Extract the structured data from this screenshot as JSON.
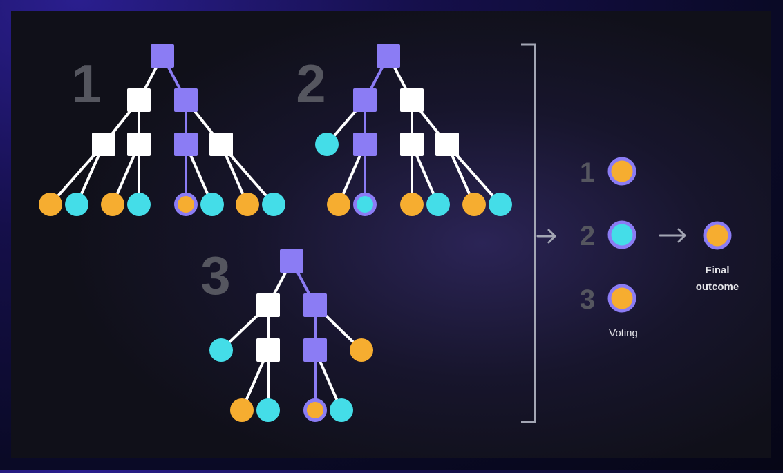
{
  "colors": {
    "purple": "#8b7cf4",
    "white": "#ffffff",
    "orange": "#f6ad30",
    "cyan": "#44dde8",
    "tree_number": "#55565f",
    "bracket": "#a3a6b4",
    "label": "#e6e6ea"
  },
  "trees": [
    {
      "number": "1"
    },
    {
      "number": "2"
    },
    {
      "number": "3"
    }
  ],
  "votes": [
    {
      "number": "1",
      "result": "orange"
    },
    {
      "number": "2",
      "result": "cyan"
    },
    {
      "number": "3",
      "result": "orange"
    }
  ],
  "labels": {
    "voting": "Voting",
    "final_line1": "Final",
    "final_line2": "outcome"
  },
  "final_result": "orange"
}
